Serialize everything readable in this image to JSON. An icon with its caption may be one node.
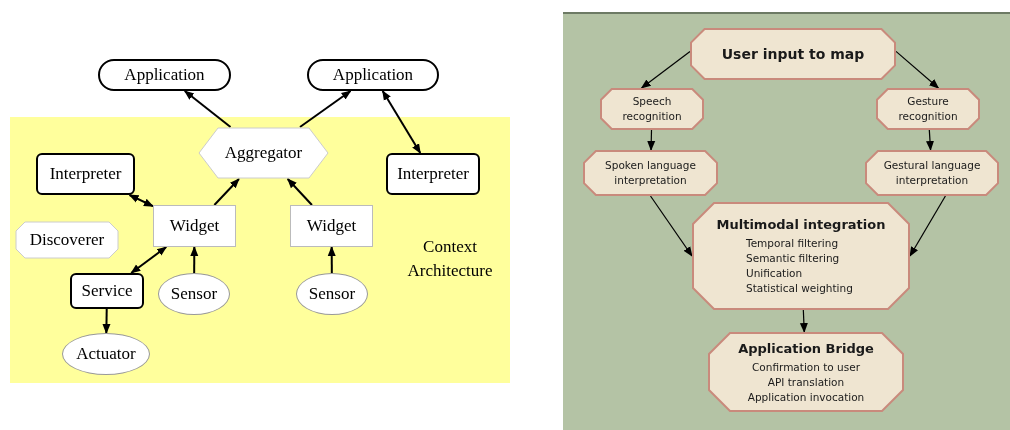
{
  "diagram": {
    "nodes": [
      {
        "text": [
          "Context Architecture"
        ]
      },
      {
        "text": [
          "Application"
        ]
      },
      {
        "text": [
          "Application"
        ]
      },
      {
        "text": [
          "Aggregator"
        ],
        "in": 0
      },
      {
        "text": [
          "Interpreter"
        ],
        "in": 0
      },
      {
        "text": [
          "Interpreter"
        ],
        "in": 0
      },
      {
        "text": [
          "Widget"
        ],
        "in": 0
      },
      {
        "text": [
          "Widget"
        ],
        "in": 0
      },
      {
        "text": [
          "Discoverer"
        ],
        "in": 0
      },
      {
        "text": [
          "Service"
        ],
        "in": 0
      },
      {
        "text": [
          "Sensor"
        ],
        "in": 0
      },
      {
        "text": [
          "Sensor"
        ],
        "in": 0
      },
      {
        "text": [
          "Actuator"
        ],
        "in": 0
      },
      {
        "text": [
          "User input to map"
        ]
      },
      {
        "text": [
          "Speech recognition"
        ]
      },
      {
        "text": [
          "Gesture recognition"
        ]
      },
      {
        "text": [
          "Spoken language interpretation"
        ]
      },
      {
        "text": [
          "Gestural language interpretation"
        ]
      },
      {
        "text": [
          "Multimodal integration",
          "Temporal filtering",
          "Semantic filtering",
          "Unification",
          "Statistical weighting"
        ]
      },
      {
        "text": [
          "Application Bridge",
          "Confirmation to user",
          "API translation",
          "Application invocation"
        ]
      }
    ],
    "edges": [
      {
        "from": 3,
        "to": 1,
        "arrow": "to"
      },
      {
        "from": 3,
        "to": 2,
        "arrow": "to"
      },
      {
        "from": 2,
        "to": 5,
        "arrow": "both"
      },
      {
        "from": 6,
        "to": 4,
        "arrow": "both"
      },
      {
        "from": 6,
        "to": 3,
        "arrow": "to"
      },
      {
        "from": 7,
        "to": 3,
        "arrow": "to"
      },
      {
        "from": 9,
        "to": 6,
        "arrow": "both"
      },
      {
        "from": 10,
        "to": 6,
        "arrow": "to"
      },
      {
        "from": 11,
        "to": 7,
        "arrow": "to"
      },
      {
        "from": 9,
        "to": 12,
        "arrow": "to"
      },
      {
        "from": 13,
        "to": 14,
        "arrow": "to"
      },
      {
        "from": 13,
        "to": 15,
        "arrow": "to"
      },
      {
        "from": 14,
        "to": 16,
        "arrow": "to"
      },
      {
        "from": 15,
        "to": 17,
        "arrow": "to"
      },
      {
        "from": 16,
        "to": 18,
        "arrow": "to"
      },
      {
        "from": 17,
        "to": 18,
        "arrow": "to"
      },
      {
        "from": 18,
        "to": 19,
        "arrow": "to"
      }
    ]
  }
}
